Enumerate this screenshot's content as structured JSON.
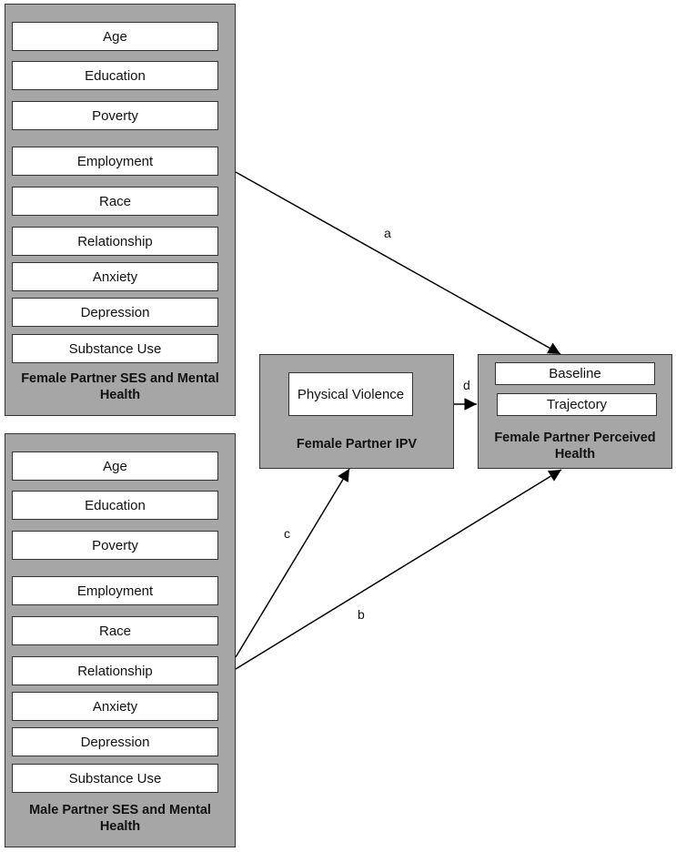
{
  "female_group": {
    "title": "Female Partner SES and Mental Health",
    "items": [
      "Age",
      "Education",
      "Poverty",
      "Employment",
      "Race",
      "Relationship",
      "Anxiety",
      "Depression",
      "Substance Use"
    ]
  },
  "male_group": {
    "title": "Male Partner SES and Mental Health",
    "items": [
      "Age",
      "Education",
      "Poverty",
      "Employment",
      "Race",
      "Relationship",
      "Anxiety",
      "Depression",
      "Substance Use"
    ]
  },
  "ipv_group": {
    "title": "Female Partner IPV",
    "items": [
      "Physical Violence"
    ]
  },
  "health_group": {
    "title": "Female Partner Perceived Health",
    "items": [
      "Baseline",
      "Trajectory"
    ]
  },
  "paths": {
    "a": "a",
    "b": "b",
    "c": "c",
    "d": "d"
  }
}
